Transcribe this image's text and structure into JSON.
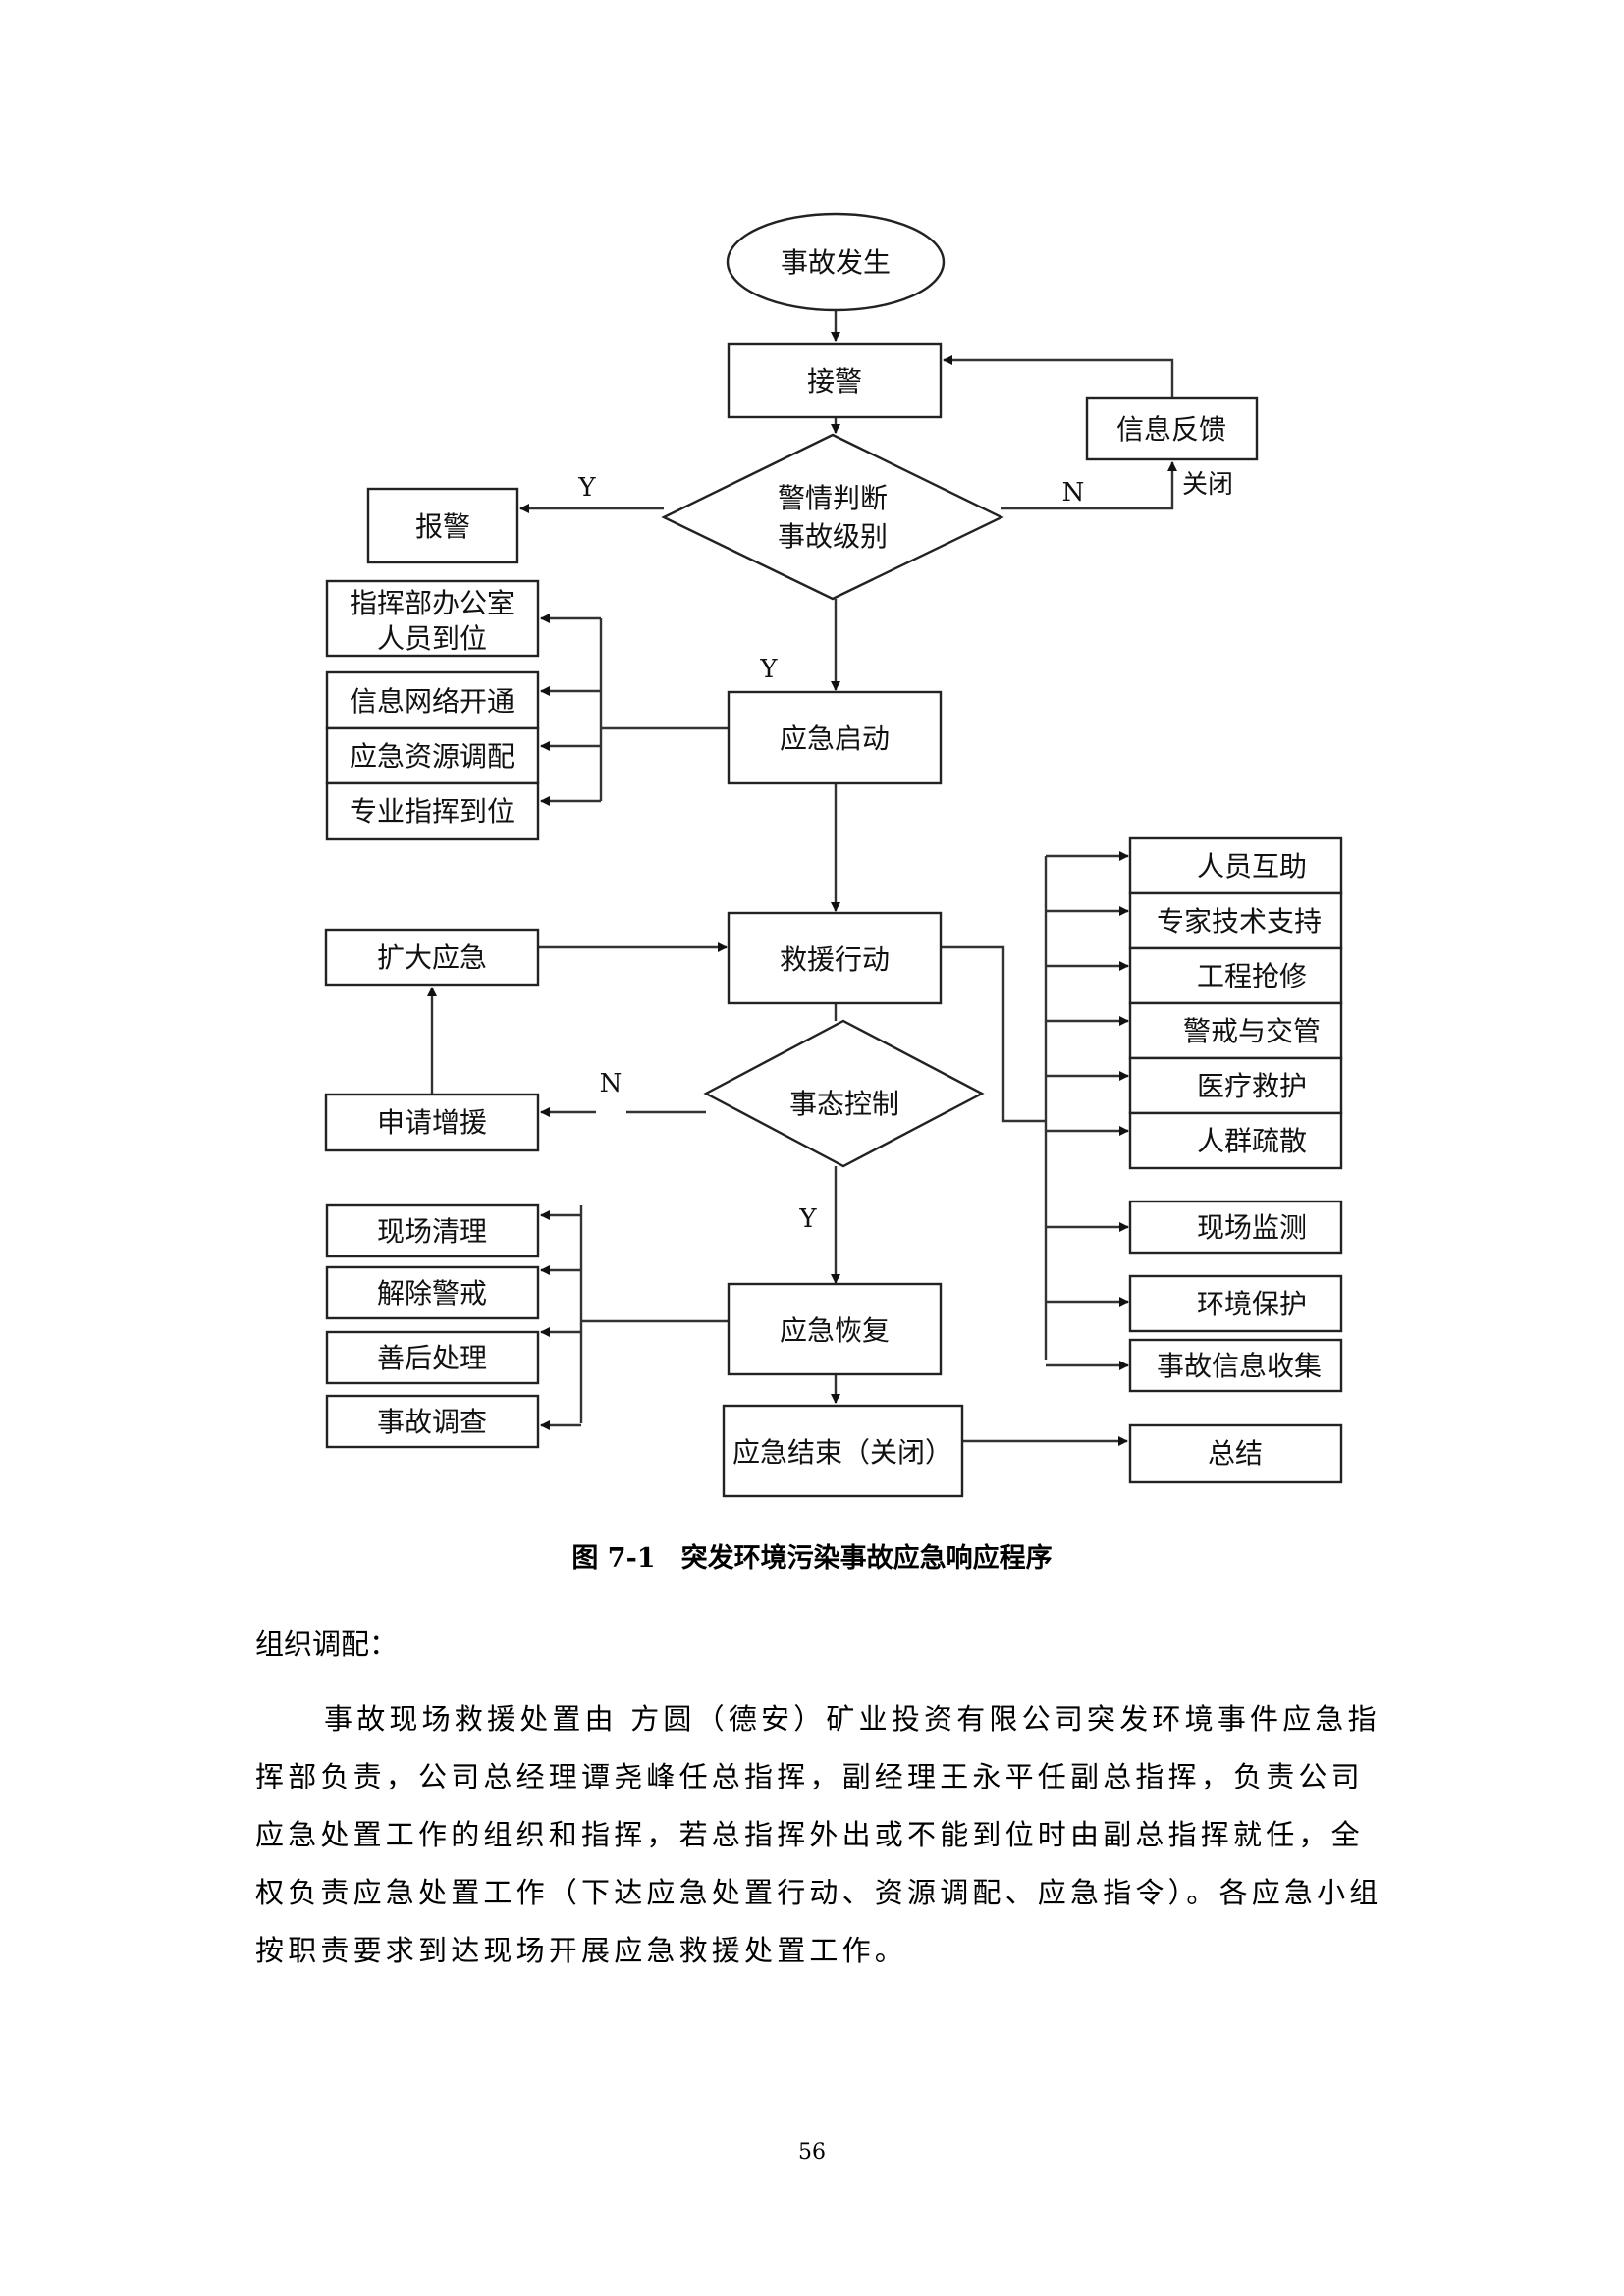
{
  "figure": {
    "caption_number": "图 7-1",
    "caption_title": "突发环境污染事故应急响应程序",
    "nodes": {
      "start": "事故发生",
      "receive_alarm": "接警",
      "feedback": "信息反馈",
      "judge_line1": "警情判断",
      "judge_line2": "事故级别",
      "report": "报警",
      "hq_line1": "指挥部办公室",
      "hq_line2": "人员到位",
      "network": "信息网络开通",
      "resources": "应急资源调配",
      "specialist": "专业指挥到位",
      "activate": "应急启动",
      "rescue": "救援行动",
      "expand": "扩大应急",
      "control": "事态控制",
      "reinforce": "申请增援",
      "recover": "应急恢复",
      "end": "应急结束（关闭）",
      "summary": "总结"
    },
    "rescue_actions": [
      "人员互助",
      "专家技术支持",
      "工程抢修",
      "警戒与交管",
      "医疗救护",
      "人群疏散",
      "现场监测",
      "环境保护",
      "事故信息收集"
    ],
    "recovery_actions": [
      "现场清理",
      "解除警戒",
      "善后处理",
      "事故调查"
    ],
    "edge_labels": {
      "judge_yes_left": "Y",
      "judge_no": "N",
      "close": "关闭",
      "judge_yes_down": "Y",
      "control_no": "N",
      "control_yes": "Y"
    }
  },
  "body": {
    "section_title": "组织调配：",
    "paragraph": "事故现场救援处置由 方圆（德安）矿业投资有限公司突发环境事件应急指挥部负责，公司总经理谭尧峰任总指挥，副经理王永平任副总指挥，负责公司应急处置工作的组织和指挥，若总指挥外出或不能到位时由副总指挥就任，全权负责应急处置工作（下达应急处置行动、资源调配、应急指令）。各应急小组按职责要求到达现场开展应急救援处置工作。"
  },
  "page_number": "56"
}
